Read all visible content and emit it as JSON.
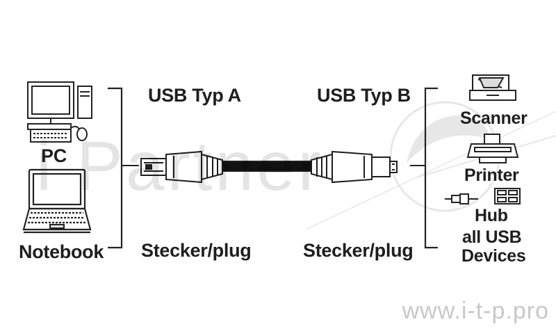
{
  "left": {
    "pc_label": "PC",
    "notebook_label": "Notebook"
  },
  "connectors": {
    "typ_a_label": "USB Typ A",
    "typ_b_label": "USB Typ B",
    "plug_a_label": "Stecker/plug",
    "plug_b_label": "Stecker/plug"
  },
  "right": {
    "scanner_label": "Scanner",
    "printer_label": "Printer",
    "hub_label": "Hub",
    "devices_label_line1": "all USB",
    "devices_label_line2": "Devices"
  },
  "watermark": {
    "brand_text": "i Partner",
    "url_text": "www.i-t-p.pro"
  },
  "icons": [
    "desktop-pc-icon",
    "laptop-icon",
    "usb-cable-icon",
    "scanner-icon",
    "printer-icon",
    "usb-hub-icon"
  ]
}
